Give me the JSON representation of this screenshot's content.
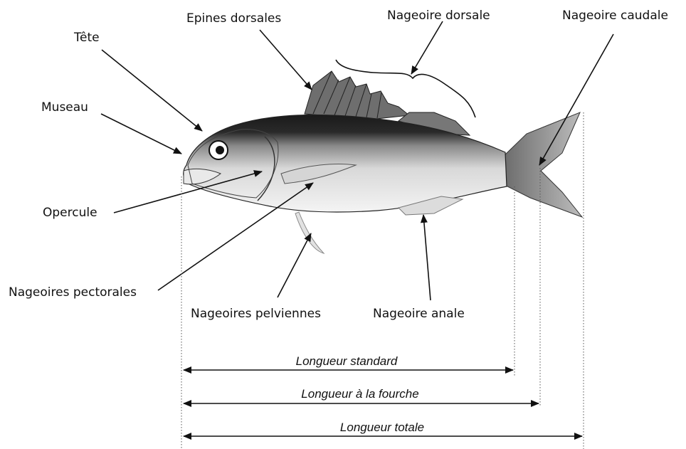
{
  "labels": {
    "tete": "Tête",
    "epines_dorsales": "Epines dorsales",
    "nageoire_dorsale": "Nageoire dorsale",
    "nageoire_caudale": "Nageoire caudale",
    "museau": "Museau",
    "opercule": "Opercule",
    "nageoires_pectorales": "Nageoires pectorales",
    "nageoires_pelviennes": "Nageoires pelviennes",
    "nageoire_anale": "Nageoire anale"
  },
  "measures": {
    "standard": "Longueur  standard",
    "fourche": "Longueur à la fourche",
    "totale": "Longueur totale"
  },
  "colors": {
    "ink": "#111111",
    "fish_dark": "#1c1c1c",
    "fish_light": "#ececec"
  }
}
